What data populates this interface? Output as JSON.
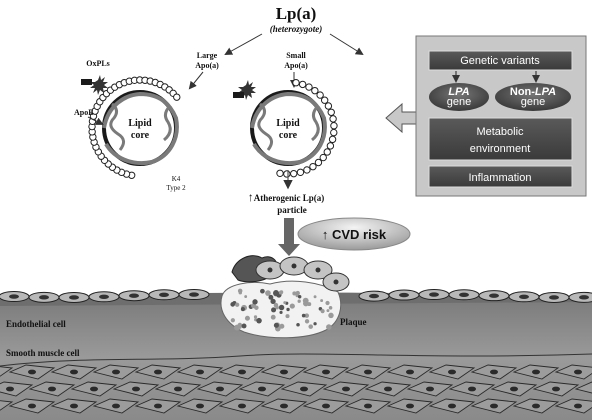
{
  "title": "Lp(a)",
  "subtitle": "(heterozygote)",
  "large_particle": {
    "label_line1": "Large",
    "label_line2": "Apo(a)",
    "oxpls": "OxPLs",
    "apob": "ApoB",
    "core_line1": "Lipid",
    "core_line2": "core",
    "k4_line1": "K4",
    "k4_line2": "Type 2"
  },
  "small_particle": {
    "label_line1": "Small",
    "label_line2": "Apo(a)",
    "core_line1": "Lipid",
    "core_line2": "core"
  },
  "atherogenic": {
    "arrow": "↑",
    "line1": "Atherogenic Lp(a)",
    "line2": "particle"
  },
  "cvd_risk": "↑ CVD risk",
  "factors": {
    "genetic_variants": "Genetic variants",
    "lpa_italic": "LPA",
    "lpa_gene": "gene",
    "non_prefix": "Non-",
    "nonlpa_italic": "LPA",
    "nonlpa_gene": "gene",
    "metabolic_line1": "Metabolic",
    "metabolic_line2": "environment",
    "inflammation": "Inflammation"
  },
  "vessel": {
    "endothelial": "Endothelial cell",
    "plaque": "Plaque",
    "smooth_muscle": "Smooth muscle cell"
  },
  "colors": {
    "panel_bg": "#c8c8c8",
    "box_dark": "#4a4a4a",
    "wall_gray": "#8c8c8c",
    "cell_light": "#b8b8b8"
  }
}
